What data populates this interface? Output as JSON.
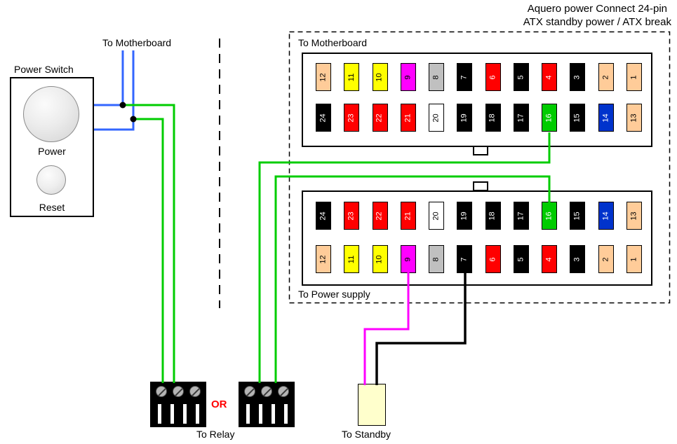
{
  "title": {
    "line1": "Aquero power Connect 24-pin",
    "line2": "ATX standby power / ATX break"
  },
  "labels": {
    "to_motherboard_wire": "To Motherboard",
    "power_switch": "Power Switch",
    "power": "Power",
    "reset": "Reset",
    "motherboard_connector": "To Motherboard",
    "power_supply_connector": "To Power supply",
    "or": "OR",
    "to_relay": "To Relay",
    "to_standby": "To Standby"
  },
  "colors": {
    "wire_blue": "#3366FF",
    "wire_green": "#00CC00",
    "wire_magenta": "#FF00FF",
    "wire_black": "#000000",
    "or_text": "#FF0000",
    "standby_fill": "#FFFFCC",
    "pin_fills": {
      "peach": "#FFCC99",
      "yellow": "#FFFF00",
      "magenta": "#FF00FF",
      "gray": "#C0C0C0",
      "black": "#000000",
      "red": "#FF0000",
      "white": "#FFFFFF",
      "green": "#00CC00",
      "blue": "#0033CC"
    },
    "light_text_pins": [
      "black",
      "red",
      "blue",
      "green"
    ]
  },
  "connectors": {
    "motherboard": {
      "row1": [
        {
          "n": "12",
          "c": "peach"
        },
        {
          "n": "11",
          "c": "yellow"
        },
        {
          "n": "10",
          "c": "yellow"
        },
        {
          "n": "9",
          "c": "magenta"
        },
        {
          "n": "8",
          "c": "gray"
        },
        {
          "n": "7",
          "c": "black"
        },
        {
          "n": "6",
          "c": "red"
        },
        {
          "n": "5",
          "c": "black"
        },
        {
          "n": "4",
          "c": "red"
        },
        {
          "n": "3",
          "c": "black"
        },
        {
          "n": "2",
          "c": "peach"
        },
        {
          "n": "1",
          "c": "peach"
        }
      ],
      "row2": [
        {
          "n": "24",
          "c": "black"
        },
        {
          "n": "23",
          "c": "red"
        },
        {
          "n": "22",
          "c": "red"
        },
        {
          "n": "21",
          "c": "red"
        },
        {
          "n": "20",
          "c": "white"
        },
        {
          "n": "19",
          "c": "black"
        },
        {
          "n": "18",
          "c": "black"
        },
        {
          "n": "17",
          "c": "black"
        },
        {
          "n": "16",
          "c": "green"
        },
        {
          "n": "15",
          "c": "black"
        },
        {
          "n": "14",
          "c": "blue"
        },
        {
          "n": "13",
          "c": "peach"
        }
      ]
    },
    "power_supply": {
      "row1": [
        {
          "n": "24",
          "c": "black"
        },
        {
          "n": "23",
          "c": "red"
        },
        {
          "n": "22",
          "c": "red"
        },
        {
          "n": "21",
          "c": "red"
        },
        {
          "n": "20",
          "c": "white"
        },
        {
          "n": "19",
          "c": "black"
        },
        {
          "n": "18",
          "c": "black"
        },
        {
          "n": "17",
          "c": "black"
        },
        {
          "n": "16",
          "c": "green"
        },
        {
          "n": "15",
          "c": "black"
        },
        {
          "n": "14",
          "c": "blue"
        },
        {
          "n": "13",
          "c": "peach"
        }
      ],
      "row2": [
        {
          "n": "12",
          "c": "peach"
        },
        {
          "n": "11",
          "c": "yellow"
        },
        {
          "n": "10",
          "c": "yellow"
        },
        {
          "n": "9",
          "c": "magenta"
        },
        {
          "n": "8",
          "c": "gray"
        },
        {
          "n": "7",
          "c": "black"
        },
        {
          "n": "6",
          "c": "red"
        },
        {
          "n": "5",
          "c": "black"
        },
        {
          "n": "4",
          "c": "red"
        },
        {
          "n": "3",
          "c": "black"
        },
        {
          "n": "2",
          "c": "peach"
        },
        {
          "n": "1",
          "c": "peach"
        }
      ]
    }
  }
}
